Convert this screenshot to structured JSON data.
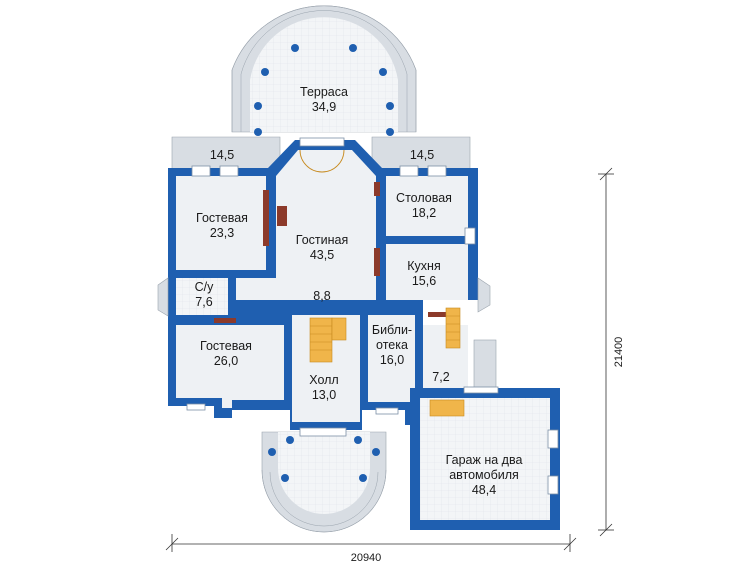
{
  "rooms": {
    "terrace": {
      "name": "Терраса",
      "area": "34,9"
    },
    "balcony_left": {
      "area": "14,5"
    },
    "balcony_right": {
      "area": "14,5"
    },
    "guest_upper": {
      "name": "Гостевая",
      "area": "23,3"
    },
    "living": {
      "name": "Гостиная",
      "area": "43,5"
    },
    "dining": {
      "name": "Столовая",
      "area": "18,2"
    },
    "kitchen": {
      "name": "Кухня",
      "area": "15,6"
    },
    "wc": {
      "name": "С/у",
      "area": "7,6"
    },
    "corridor": {
      "area": "8,8"
    },
    "guest_lower": {
      "name": "Гостевая",
      "area": "26,0"
    },
    "hall": {
      "name": "Холл",
      "area": "13,0"
    },
    "library": {
      "name_line1": "Библи-",
      "name_line2": "отека",
      "area": "16,0"
    },
    "utility": {
      "area": "7,2"
    },
    "garage": {
      "name_line1": "Гараж на два",
      "name_line2": "автомобиля",
      "area": "48,4"
    }
  },
  "dimensions": {
    "width": "20940",
    "height": "21400"
  },
  "colors": {
    "walls": "#1f5fb0",
    "stairs": "#f0b54a",
    "floor": "#eef1f4"
  }
}
